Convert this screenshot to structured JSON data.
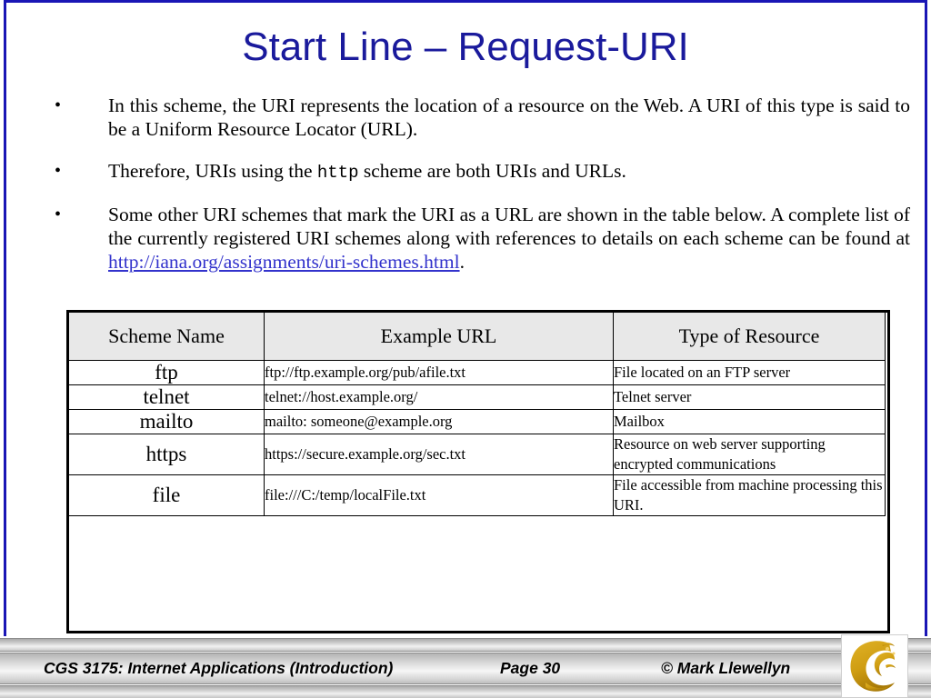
{
  "slide": {
    "title": "Start Line – Request-URI",
    "accent_border_color": "#1a16b5",
    "title_color": "#1a1a9c",
    "link_color": "#3333cc",
    "table_header_bg": "#e8e8e8"
  },
  "bullets": [
    {
      "marker": "•",
      "text_before": "In this scheme, the URI represents the location of a resource on the Web.  A URI of this type is said to be a Uniform Resource Locator (URL)."
    },
    {
      "marker": "•",
      "text_before": "Therefore, URIs using the ",
      "code": "http",
      "text_after": " scheme are both URIs and URLs."
    },
    {
      "marker": "•",
      "text_before": "Some other URI schemes that mark the URI as a URL are shown in the table below.  A complete list of the currently registered URI schemes along with references to details on each scheme can be found at ",
      "link_text": "http://iana.org/assignments/uri-schemes.html",
      "text_after": "."
    }
  ],
  "table": {
    "headers": [
      "Scheme Name",
      "Example URL",
      "Type of Resource"
    ],
    "rows": [
      {
        "scheme": "ftp",
        "url": "ftp://ftp.example.org/pub/afile.txt",
        "type": "File located on an FTP server"
      },
      {
        "scheme": "telnet",
        "url": "telnet://host.example.org/",
        "type": "Telnet server"
      },
      {
        "scheme": "mailto",
        "url": "mailto: someone@example.org",
        "type": "Mailbox"
      },
      {
        "scheme": "https",
        "url": "https://secure.example.org/sec.txt",
        "type": "Resource on web server supporting encrypted communications"
      },
      {
        "scheme": "file",
        "url": "file:///C:/temp/localFile.txt",
        "type": "File accessible from machine processing this URI."
      }
    ]
  },
  "footer": {
    "course": "CGS 3175: Internet Applications (Introduction)",
    "page": "Page 30",
    "author": "© Mark Llewellyn",
    "logo_name": "ucf-pegasus-logo",
    "logo_color": "#d4a017"
  }
}
